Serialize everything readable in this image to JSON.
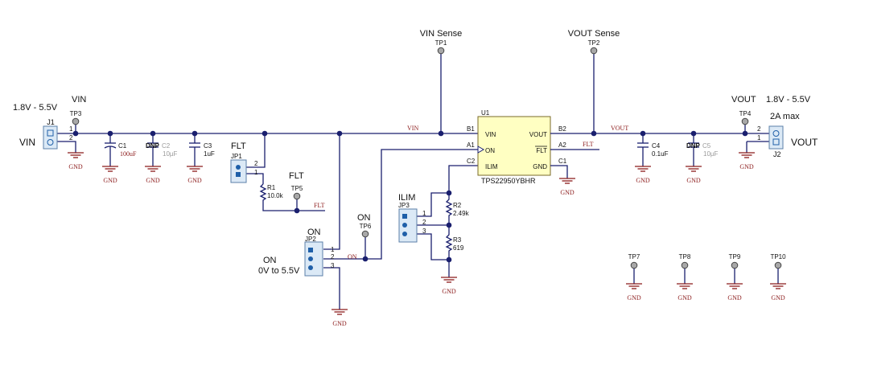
{
  "title_vin_sense": "VIN Sense",
  "title_vout_sense": "VOUT Sense",
  "tp": {
    "tp1": "TP1",
    "tp2": "TP2",
    "tp3": "TP3",
    "tp4": "TP4",
    "tp5": "TP5",
    "tp6": "TP6",
    "tp7": "TP7",
    "tp8": "TP8",
    "tp9": "TP9",
    "tp10": "TP10"
  },
  "input": {
    "range": "1.8V - 5.5V",
    "vin_label": "VIN",
    "vin_side": "VIN",
    "j1": "J1",
    "pin1": "1",
    "pin2": "2"
  },
  "output": {
    "vout_label": "VOUT",
    "range": "1.8V - 5.5V",
    "max": "2A max",
    "vout_side": "VOUT",
    "j2": "J2",
    "pin1": "1",
    "pin2": "2"
  },
  "caps": {
    "c1": "C1",
    "c1_val": "100uF",
    "c2_dnp": "DNP",
    "c2": "C2",
    "c2_val": "10µF",
    "c3": "C3",
    "c3_val": "1uF",
    "c4": "C4",
    "c4_val": "0.1uF",
    "c5_dnp": "DNP",
    "c5": "C5",
    "c5_val": "10µF"
  },
  "nets": {
    "vin": "VIN",
    "vout": "VOUT",
    "flt": "FLT",
    "flt2": "FLT",
    "on": "ON",
    "gnd": "GND"
  },
  "ic": {
    "ref": "U1",
    "part": "TPS22950YBHR",
    "pin_vin": "VIN",
    "pin_on": "ON",
    "pin_ilim": "ILIM",
    "pin_vout": "VOUT",
    "pin_flt": "FLT",
    "pin_gnd": "GND",
    "b1": "B1",
    "a1": "A1",
    "c2": "C2",
    "b2": "B2",
    "a2": "A2",
    "c1": "C1"
  },
  "flt_block": {
    "label": "FLT",
    "jp1": "JP1",
    "p2": "2",
    "p1": "1",
    "r1": "R1",
    "r1_val": "10.0k",
    "flt_tp_label": "FLT"
  },
  "on_block": {
    "label": "ON",
    "jp2": "JP2",
    "p1": "1",
    "p2": "2",
    "p3": "3",
    "on_label": "ON",
    "on_range": "0V to 5.5V",
    "tp6_label": "ON"
  },
  "ilim_block": {
    "label": "ILIM",
    "jp3": "JP3",
    "p1": "1",
    "p2": "2",
    "p3": "3",
    "r2": "R2",
    "r2_val": "2.49k",
    "r3": "R3",
    "r3_val": "619"
  }
}
